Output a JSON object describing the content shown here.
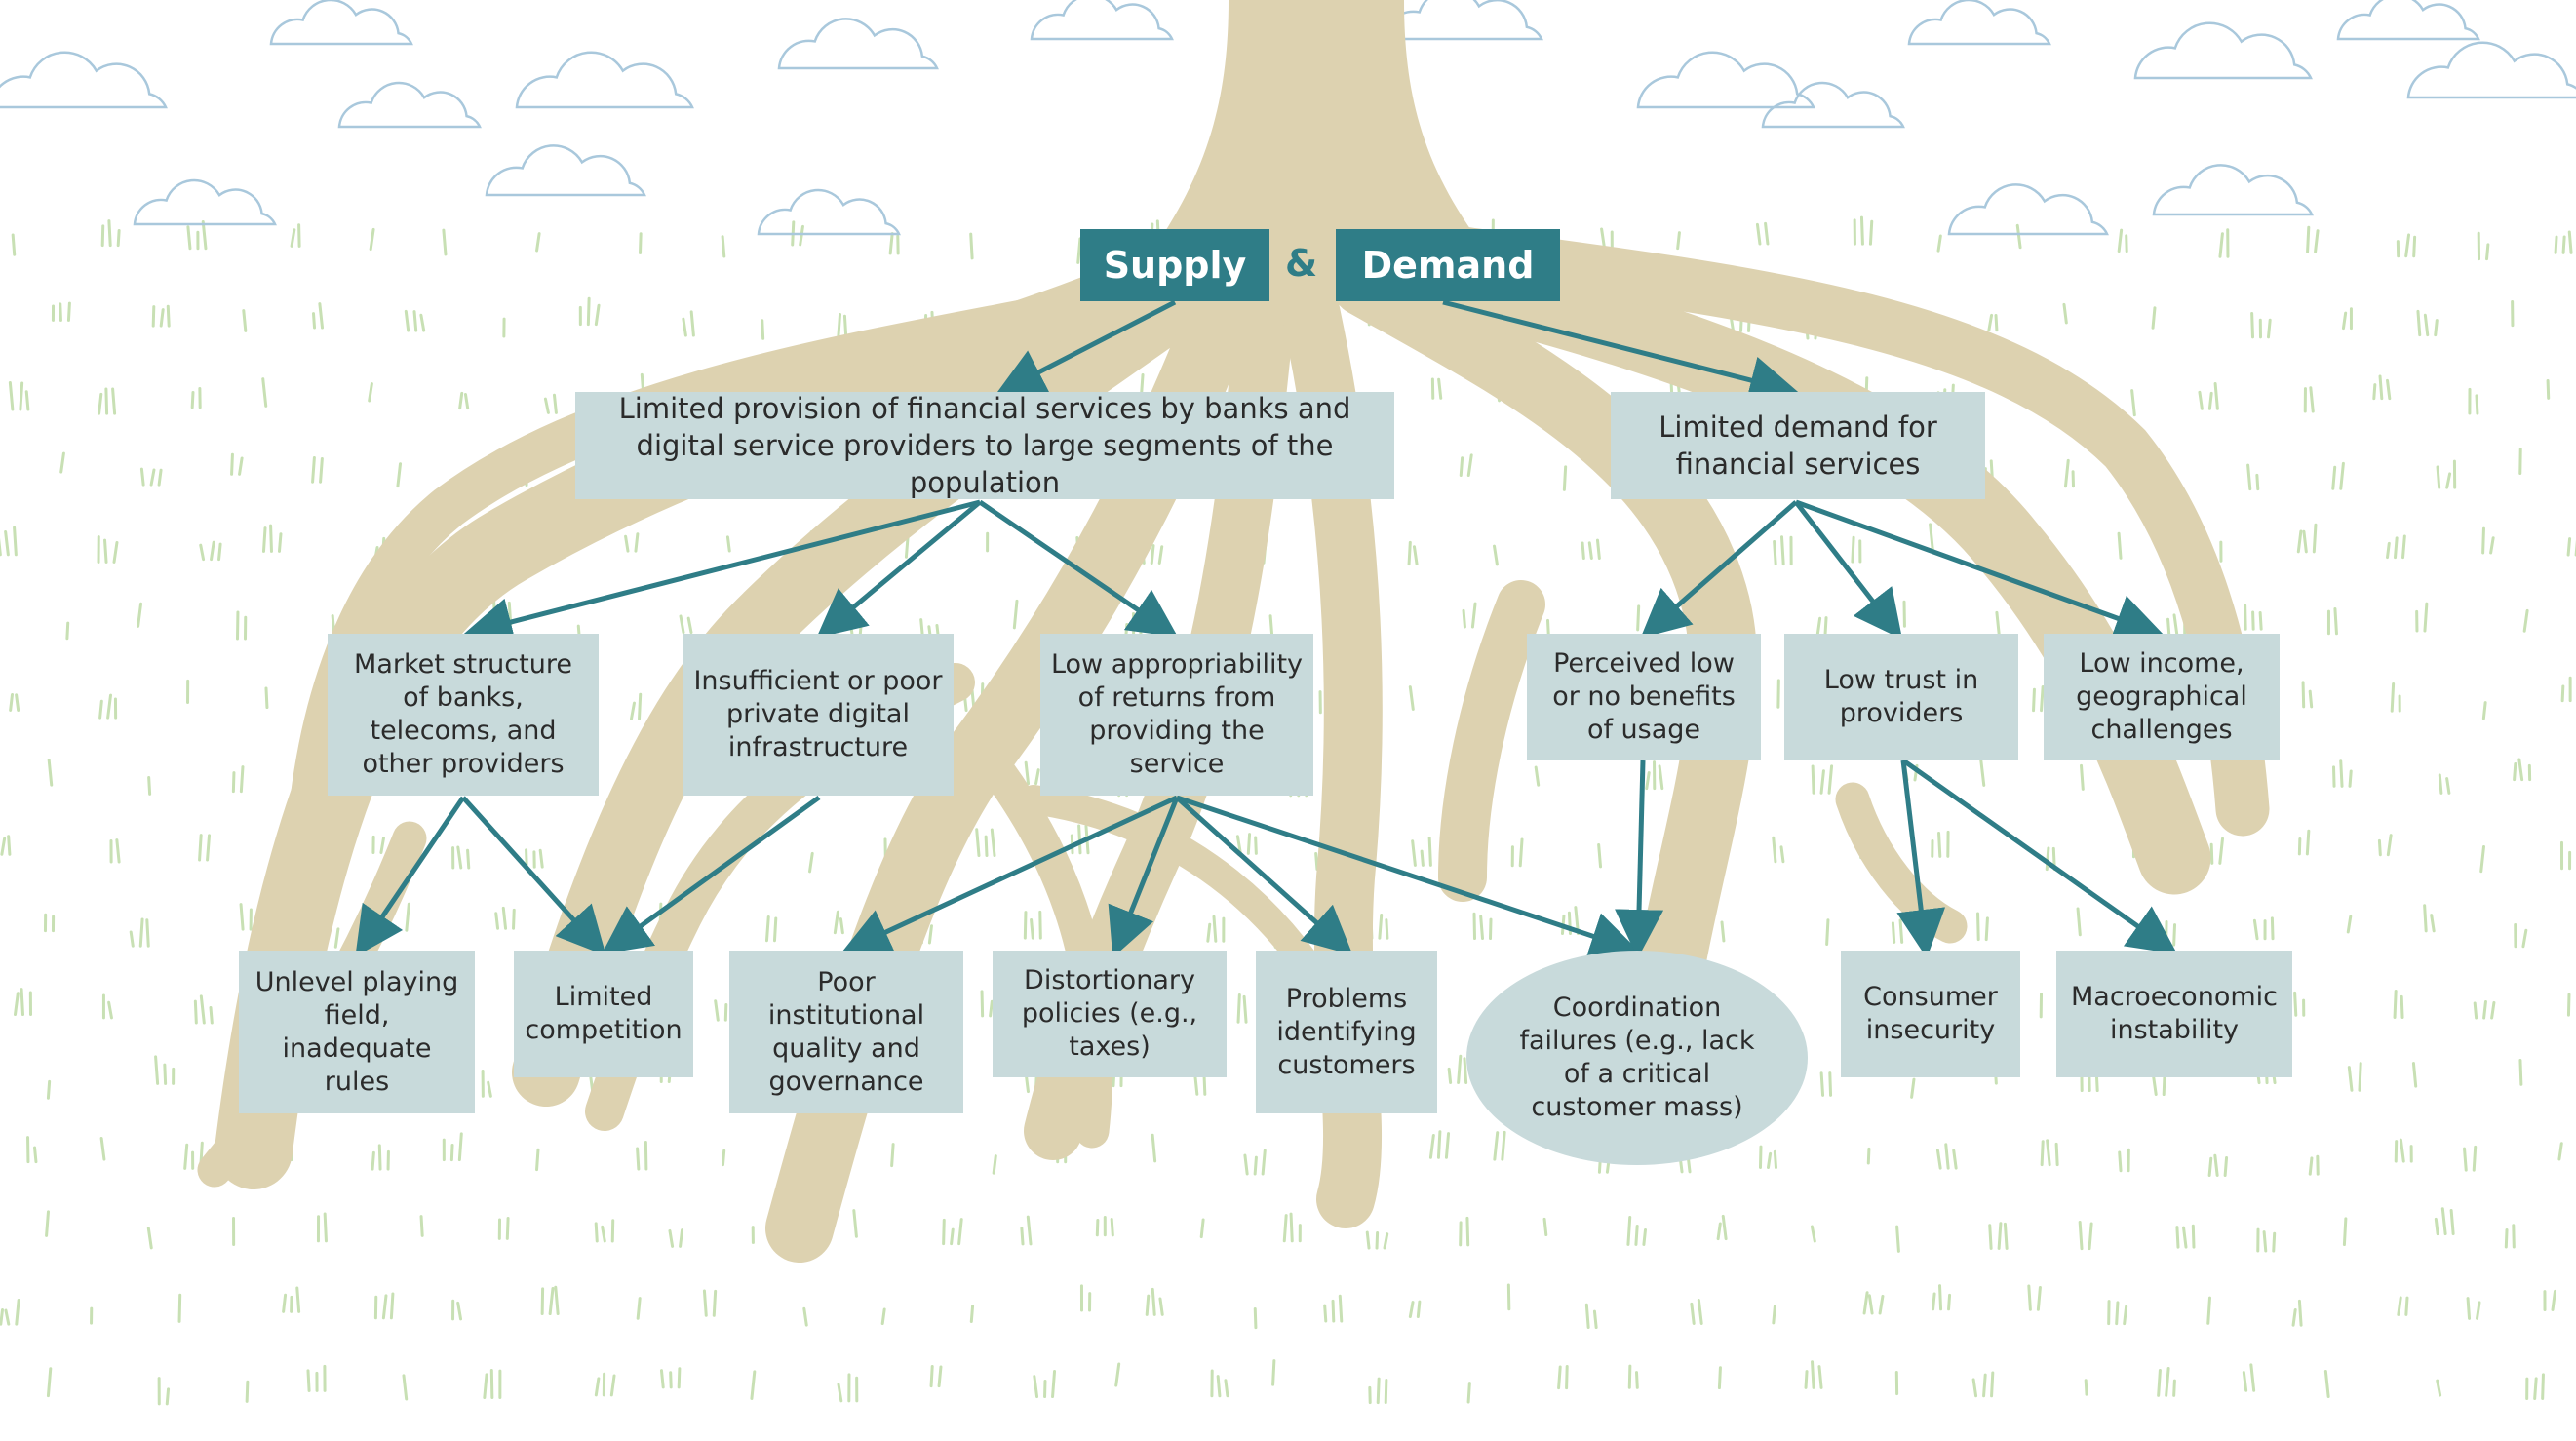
{
  "colors": {
    "teal": "#2f7d87",
    "box": "#c8dadb",
    "root": "#ddd2b0",
    "grass": "#b9d7a0",
    "cloud": "#9bbfd6"
  },
  "header": {
    "supply": "Supply",
    "amp": "&",
    "demand": "Demand"
  },
  "level1": {
    "supply_side": "Limited provision of financial services by banks and digital service providers to large segments of the population",
    "demand_side": "Limited demand for financial services"
  },
  "level2": {
    "market": "Market structure of banks, telecoms, and other providers",
    "infra": "Insufficient or poor private  digital infrastructure",
    "returns": "Low appropriability of returns from providing the service",
    "benefits": "Perceived low or no benefits of usage",
    "trust": "Low trust in providers",
    "income": "Low income, geographical challenges"
  },
  "level3": {
    "unlevel": "Unlevel playing field, inadequate rules",
    "competition": "Limited competition",
    "governance": "Poor institutional quality and governance",
    "policies": "Distortionary policies (e.g., taxes)",
    "identify": "Problems identifying customers",
    "coordination": "Coordination failures (e.g., lack of a critical customer mass)",
    "insecurity": "Consumer insecurity",
    "macro": "Macroeconomic instability"
  }
}
